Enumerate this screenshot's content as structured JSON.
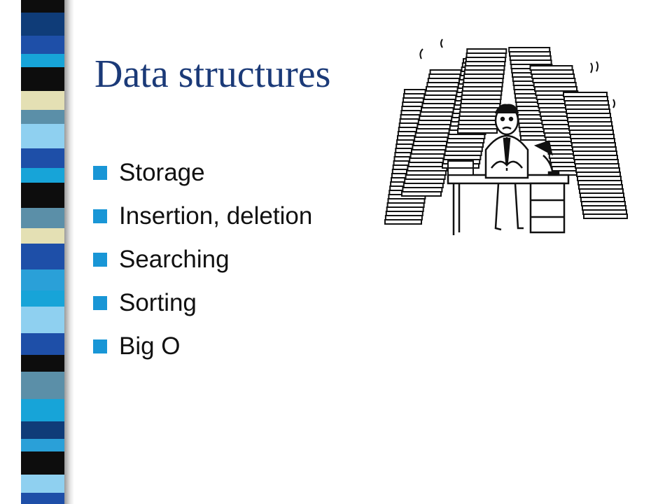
{
  "slide": {
    "title": "Data structures",
    "bullets": [
      "Storage",
      "Insertion, deletion",
      "Searching",
      "Sorting",
      "Big O"
    ]
  },
  "colors": {
    "title": "#1b3a78",
    "bullet_square": "#1996d6",
    "band_palette": [
      "#0d0d0d",
      "#1e4fa8",
      "#17a4d8",
      "#8fd0f0",
      "#e4e0b4",
      "#0f3c78",
      "#5b8fa8",
      "#2aa0d8"
    ]
  },
  "illustration": "overwhelmed office worker at desk surrounded by towering paper stacks"
}
